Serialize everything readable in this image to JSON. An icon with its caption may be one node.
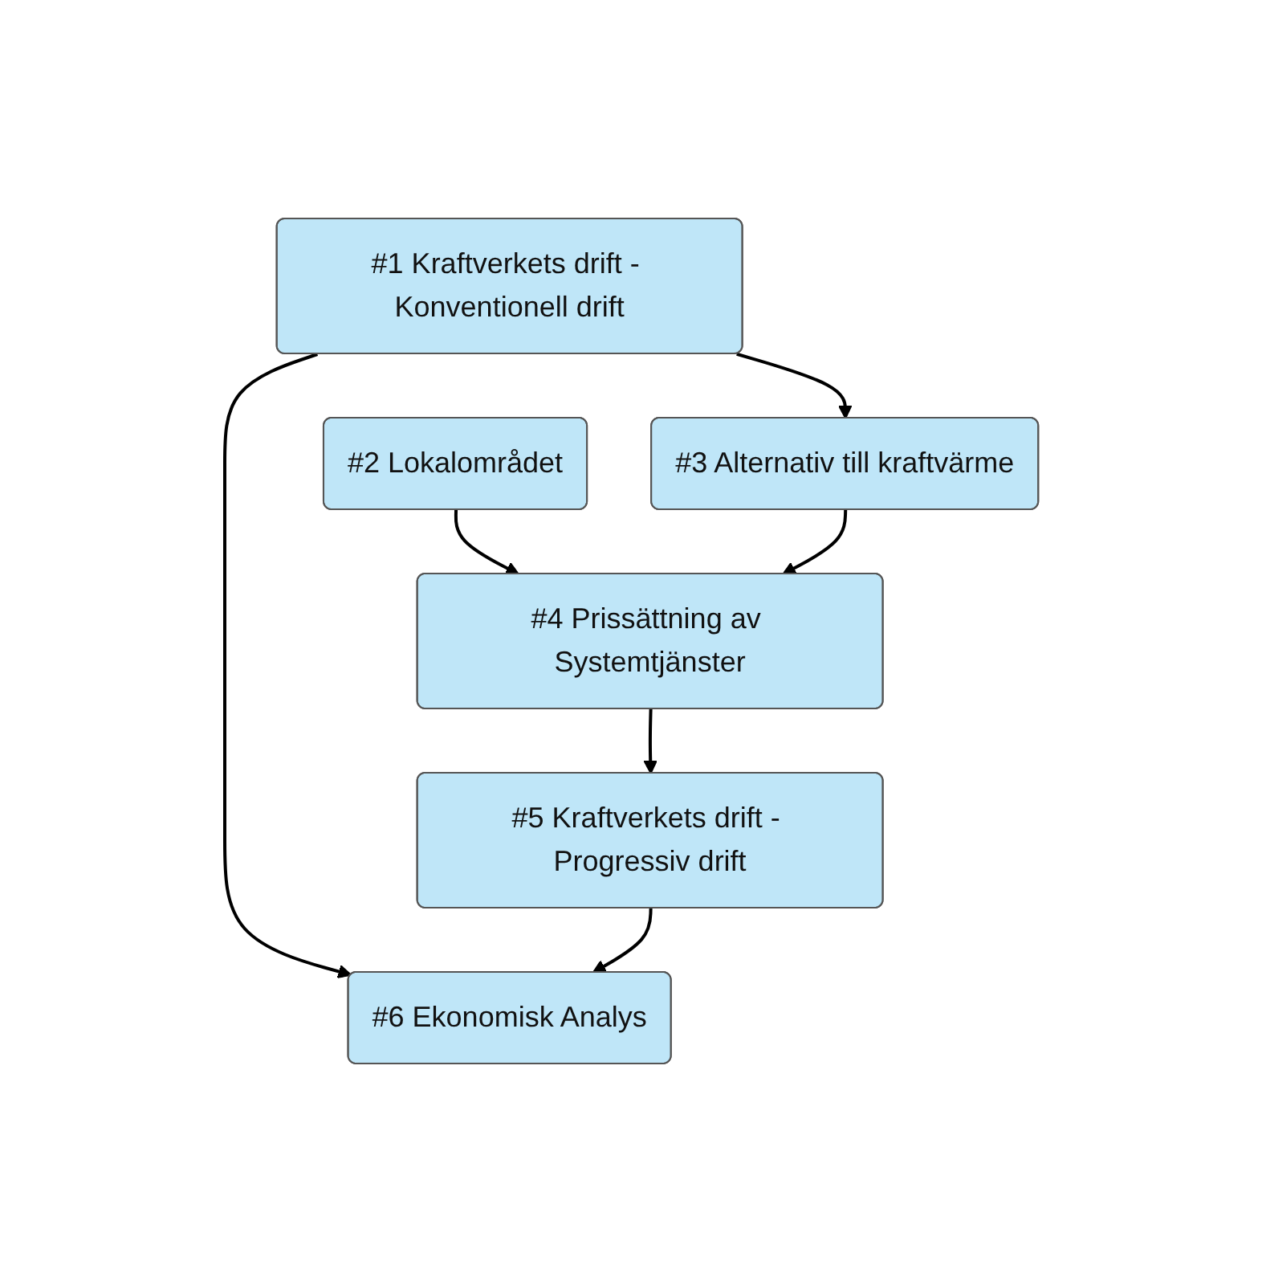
{
  "diagram": {
    "nodes": [
      {
        "text": [
          "#1 Kraftverkets drift - Konventionell drift"
        ]
      },
      {
        "text": [
          "#2 Lokalområdet"
        ]
      },
      {
        "text": [
          "#3 Alternativ till kraftvärme"
        ]
      },
      {
        "text": [
          "#4 Prissättning av Systemtjänster"
        ]
      },
      {
        "text": [
          "#5 Kraftverkets drift - Progressiv drift"
        ]
      },
      {
        "text": [
          "#6 Ekonomisk Analys"
        ]
      }
    ],
    "edges": [
      {
        "from": 0,
        "to": 5,
        "arrow": "to"
      },
      {
        "from": 0,
        "to": 2,
        "arrow": "to"
      },
      {
        "from": 1,
        "to": 3,
        "arrow": "to"
      },
      {
        "from": 2,
        "to": 3,
        "arrow": "to"
      },
      {
        "from": 3,
        "to": 4,
        "arrow": "to"
      },
      {
        "from": 4,
        "to": 5,
        "arrow": "to"
      }
    ]
  }
}
